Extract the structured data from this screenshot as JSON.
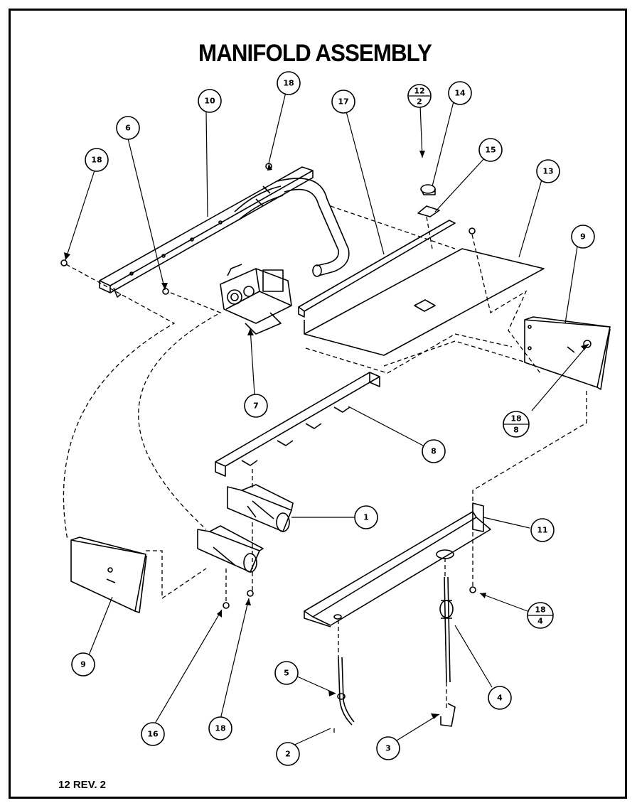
{
  "title": "MANIFOLD ASSEMBLY",
  "footer": "12 REV. 2",
  "callouts": [
    {
      "id": "c1",
      "label": "1"
    },
    {
      "id": "c2",
      "label": "2"
    },
    {
      "id": "c3",
      "label": "3"
    },
    {
      "id": "c4",
      "label": "4"
    },
    {
      "id": "c5",
      "label": "5"
    },
    {
      "id": "c6",
      "label": "6"
    },
    {
      "id": "c7",
      "label": "7"
    },
    {
      "id": "c8",
      "label": "8"
    },
    {
      "id": "c9a",
      "label": "9"
    },
    {
      "id": "c9b",
      "label": "9"
    },
    {
      "id": "c10",
      "label": "10"
    },
    {
      "id": "c11",
      "label": "11"
    },
    {
      "id": "c13",
      "label": "13"
    },
    {
      "id": "c14",
      "label": "14"
    },
    {
      "id": "c15",
      "label": "15"
    },
    {
      "id": "c16",
      "label": "16"
    },
    {
      "id": "c17",
      "label": "17"
    },
    {
      "id": "c18a",
      "label": "18"
    },
    {
      "id": "c18b",
      "label": "18"
    },
    {
      "id": "c18c",
      "label": "18"
    }
  ],
  "fraction_callouts": [
    {
      "id": "f12",
      "top": "12",
      "bottom": "2"
    },
    {
      "id": "f18-8",
      "top": "18",
      "bottom": "8"
    },
    {
      "id": "f18-4",
      "top": "18",
      "bottom": "4"
    }
  ]
}
